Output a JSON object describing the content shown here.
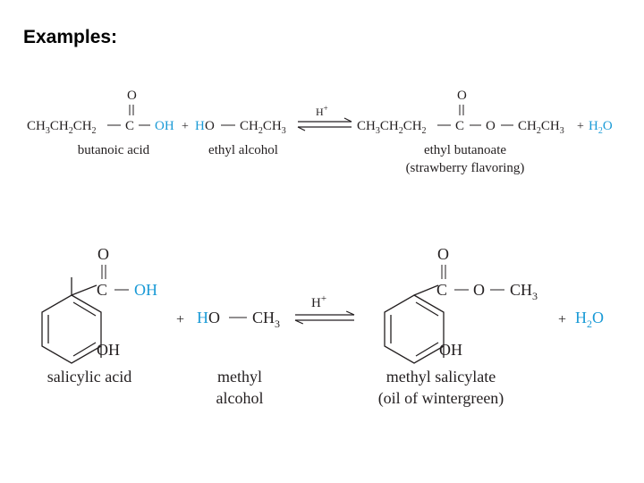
{
  "heading": "Examples:",
  "colors": {
    "text": "#231f20",
    "highlight": "#1a9ad6"
  },
  "reaction1": {
    "chain": "CH3CH2CH2",
    "carbonyl_o": "O",
    "carbon": "C",
    "oh": "OH",
    "plus1": "+",
    "h": "H",
    "o": "O",
    "ethyl": "CH2CH3",
    "catalyst": "H+",
    "product_chain": "CH3CH2CH2",
    "product_carbonyl_o": "O",
    "product_carbon": "C",
    "ester_o": "O",
    "product_ethyl": "CH2CH3",
    "plus2": "+",
    "water": "H2O",
    "labels": {
      "acid": "butanoic acid",
      "alcohol": "ethyl alcohol",
      "ester_line1": "ethyl butanoate",
      "ester_line2": "(strawberry flavoring)"
    }
  },
  "reaction2": {
    "carbonyl_o": "O",
    "carbon": "C",
    "oh": "OH",
    "ring_oh": "OH",
    "plus1": "+",
    "h": "H",
    "o": "O",
    "methyl": "CH3",
    "catalyst": "H+",
    "product_carbonyl_o": "O",
    "product_carbon": "C",
    "ester_o": "O",
    "product_methyl": "CH3",
    "product_ring_oh": "OH",
    "plus2": "+",
    "water": "H2O",
    "labels": {
      "acid": "salicylic acid",
      "alcohol_line1": "methyl",
      "alcohol_line2": "alcohol",
      "ester_line1": "methyl salicylate",
      "ester_line2": "(oil of wintergreen)"
    }
  }
}
